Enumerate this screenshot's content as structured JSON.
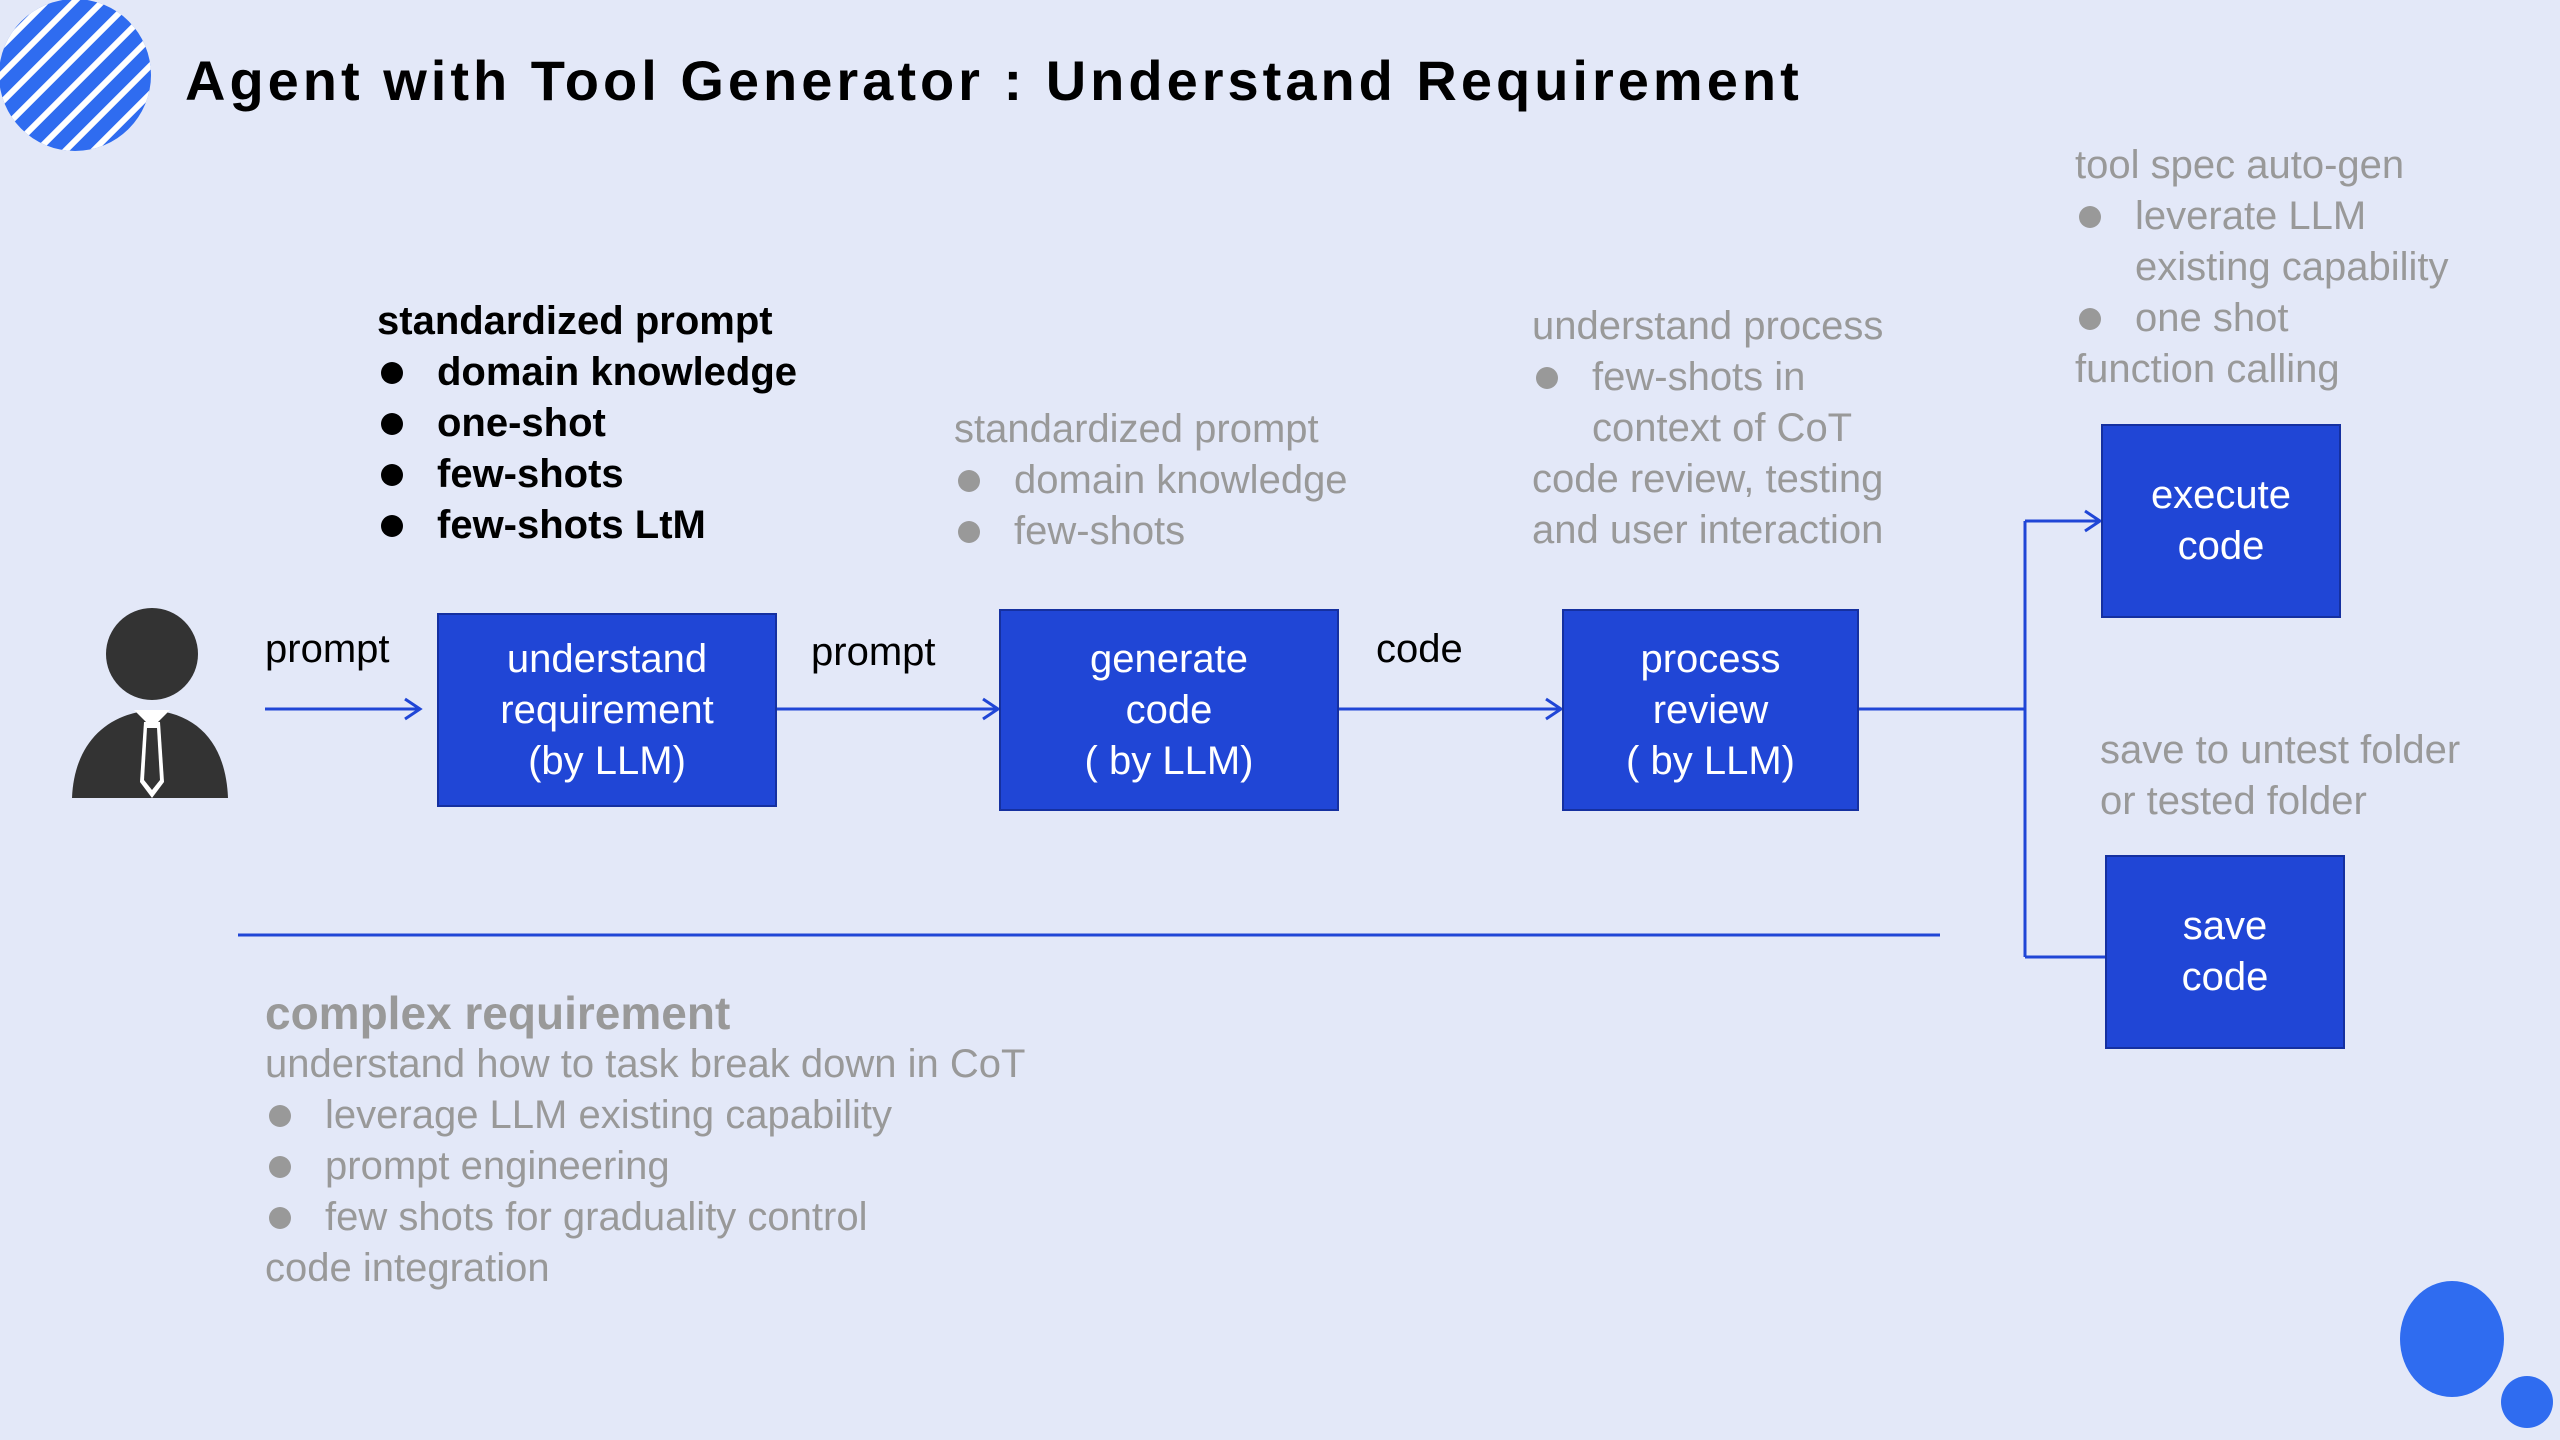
{
  "title": "Agent with Tool Generator : Understand Requirement",
  "colors": {
    "background": "#e3e8f8",
    "box_fill": "#2046d6",
    "accent": "#2f6cf0",
    "note_text": "#999999"
  },
  "icons": {
    "user": "user-icon",
    "logo": "striped-circle-logo"
  },
  "flow": {
    "arrow_labels": {
      "user_to_understand": "prompt",
      "understand_to_generate": "prompt",
      "generate_to_review": "code"
    },
    "boxes": {
      "understand": {
        "line1": "understand",
        "line2": "requirement",
        "line3": "(by LLM)"
      },
      "generate": {
        "line1": "generate",
        "line2": "code",
        "line3": "( by LLM)"
      },
      "review": {
        "line1": "process",
        "line2": "review",
        "line3": "( by LLM)"
      },
      "execute": {
        "line1": "execute",
        "line2": "code"
      },
      "save": {
        "line1": "save",
        "line2": "code"
      }
    }
  },
  "notes": {
    "standardized_prompt_main": {
      "heading": "standardized prompt",
      "items": [
        "domain knowledge",
        "one-shot",
        "few-shots",
        "few-shots LtM"
      ]
    },
    "standardized_prompt_generate": {
      "heading": "standardized prompt",
      "items": [
        "domain knowledge",
        "few-shots"
      ]
    },
    "understand_process": {
      "heading": "understand process",
      "bullet": "few-shots in",
      "bullet_cont": "context of CoT",
      "line1": "code review, testing",
      "line2": "and user interaction"
    },
    "tool_spec": {
      "heading": "tool spec auto-gen",
      "bullet1": "leverate LLM",
      "bullet1_cont": "existing capability",
      "bullet2": "one shot",
      "footer": "function calling"
    },
    "save_location": {
      "line1": "save to untest folder",
      "line2": "or  tested folder"
    },
    "complex": {
      "heading": "complex requirement",
      "subheading": "understand how to task break down in CoT",
      "items": [
        "leverage LLM existing capability",
        "prompt engineering",
        "few shots for graduality control"
      ],
      "footer": "code integration"
    }
  }
}
